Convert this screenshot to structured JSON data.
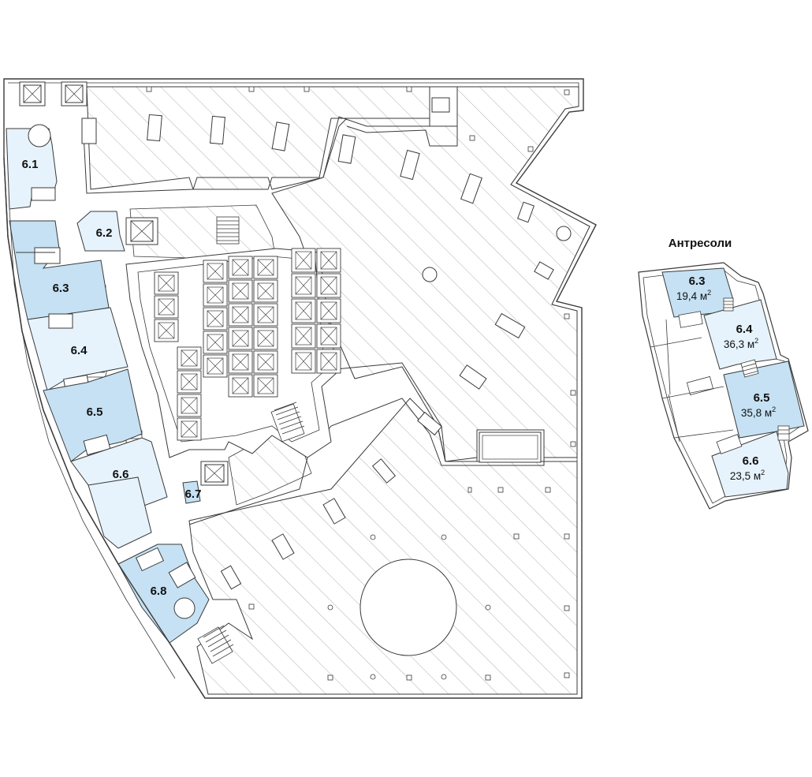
{
  "main_plan": {
    "units": [
      {
        "id": "6.1",
        "label": "6.1"
      },
      {
        "id": "6.2",
        "label": "6.2"
      },
      {
        "id": "6.3",
        "label": "6.3"
      },
      {
        "id": "6.4",
        "label": "6.4"
      },
      {
        "id": "6.5",
        "label": "6.5"
      },
      {
        "id": "6.6",
        "label": "6.6"
      },
      {
        "id": "6.7",
        "label": "6.7"
      },
      {
        "id": "6.8",
        "label": "6.8"
      }
    ]
  },
  "mezzanine": {
    "title": "Антресоли",
    "units": [
      {
        "id": "6.3",
        "label": "6.3",
        "area": "19,4 м",
        "unit_sup": "2"
      },
      {
        "id": "6.4",
        "label": "6.4",
        "area": "36,3 м",
        "unit_sup": "2"
      },
      {
        "id": "6.5",
        "label": "6.5",
        "area": "35,8 м",
        "unit_sup": "2"
      },
      {
        "id": "6.6",
        "label": "6.6",
        "area": "23,5 м",
        "unit_sup": "2"
      }
    ]
  },
  "colors": {
    "unit_light": "#e6f3fc",
    "unit_mid": "#c5e1f3",
    "line": "#3a3a3a",
    "hatch": "#9a9a9a"
  }
}
